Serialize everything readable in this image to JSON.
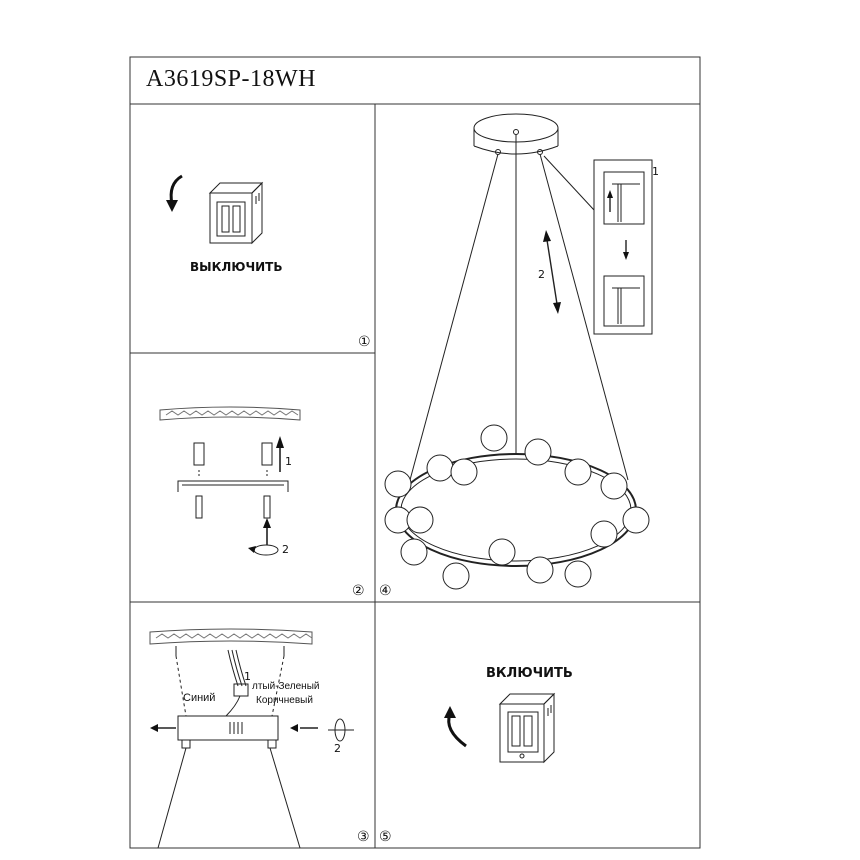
{
  "model": "A3619SP-18WH",
  "step1": {
    "action": "ВЫКЛЮЧИТЬ",
    "marker": "①"
  },
  "step2": {
    "marker": "②",
    "arrow_up_num": "1",
    "screw_num": "2"
  },
  "step3": {
    "marker": "③",
    "wire_num": "1",
    "screw_num": "2",
    "wires": {
      "blue": "Синий",
      "green": "лтый-Зеленый",
      "brown": "Коричневый"
    }
  },
  "step4": {
    "marker": "④",
    "callout_num": "1",
    "adjust_num": "2"
  },
  "step5": {
    "action": "ВКЛЮЧИТЬ",
    "marker": "⑤"
  }
}
